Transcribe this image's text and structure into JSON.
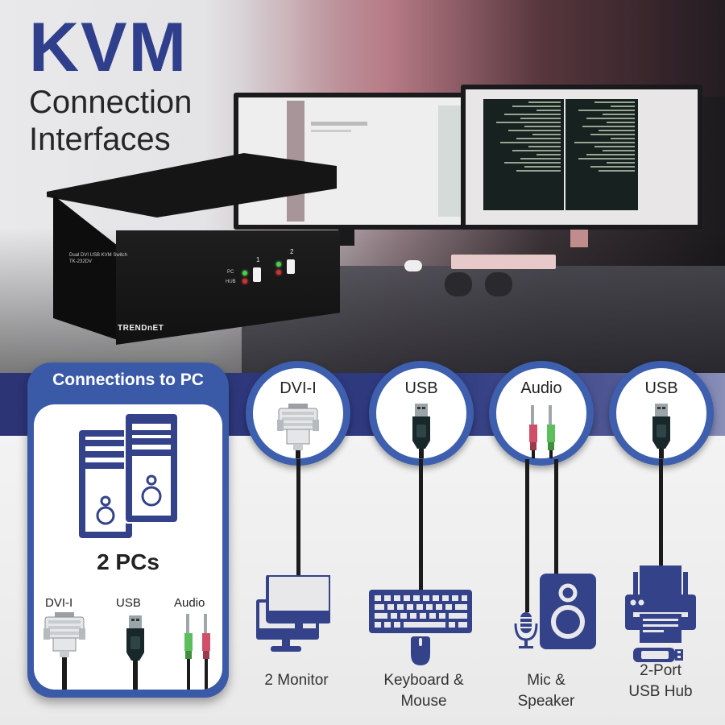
{
  "header": {
    "title": "KVM",
    "subtitle_line1": "Connection",
    "subtitle_line2": "Interfaces"
  },
  "product": {
    "label_line1": "Dual DVI USB KVM Switch",
    "label_line2": "TK-232DV",
    "led_labels": [
      "PC",
      "HUB"
    ],
    "port_numbers": [
      "1",
      "2"
    ],
    "brand": "TRENDnET"
  },
  "pc_card": {
    "title": "Connections to PC",
    "count_label": "2 PCs",
    "connectors": [
      {
        "label": "DVI-I",
        "icon": "dvi-connector-icon"
      },
      {
        "label": "USB",
        "icon": "usb-connector-icon"
      },
      {
        "label": "Audio",
        "icon": "audio-jack-icon"
      }
    ]
  },
  "interfaces": [
    {
      "connector": "DVI-I",
      "icon": "dvi-connector-icon",
      "device": "2 Monitor",
      "device_icon": "dual-monitor-icon"
    },
    {
      "connector": "USB",
      "icon": "usb-connector-icon",
      "device_line1": "Keyboard &",
      "device_line2": "Mouse",
      "device_icon": "keyboard-mouse-icon"
    },
    {
      "connector": "Audio",
      "icon": "audio-jack-icon",
      "device_line1": "Mic &",
      "device_line2": "Speaker",
      "device_icon": "mic-speaker-icon"
    },
    {
      "connector": "USB",
      "icon": "usb-connector-icon",
      "device_line1": "2-Port",
      "device_line2": "USB Hub",
      "device_icon": "printer-usb-icon"
    }
  ],
  "colors": {
    "brand_blue": "#2f3f8c",
    "circle_border": "#3d5fae",
    "icon_blue": "#34428a",
    "audio_green": "#5cbf5c",
    "audio_pink": "#d0506a"
  }
}
